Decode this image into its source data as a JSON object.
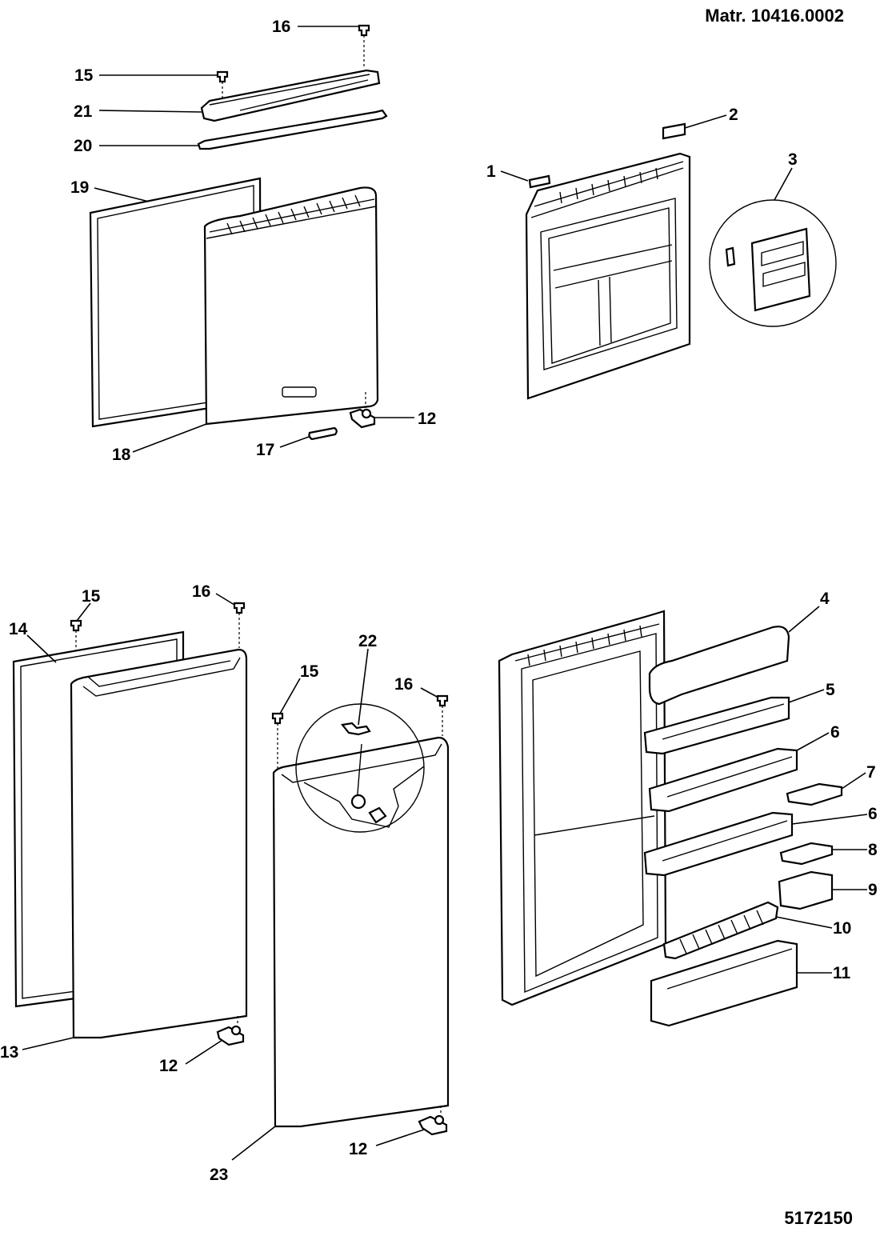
{
  "header": {
    "matr": "Matr. 10416.0002",
    "code": "5172150"
  },
  "callouts": {
    "top_left": {
      "c16": "16",
      "c15": "15",
      "c21": "21",
      "c20": "20",
      "c19": "19",
      "c18": "18",
      "c17": "17",
      "c12": "12"
    },
    "top_right": {
      "c1": "1",
      "c2": "2",
      "c3": "3"
    },
    "bottom_left": {
      "c15a": "15",
      "c16a": "16",
      "c14": "14",
      "c13": "13",
      "c12a": "12",
      "c22": "22",
      "c15b": "15",
      "c16b": "16",
      "c23": "23",
      "c12b": "12"
    },
    "bottom_right": {
      "c4": "4",
      "c5": "5",
      "c6a": "6",
      "c7": "7",
      "c6b": "6",
      "c8": "8",
      "c9": "9",
      "c10": "10",
      "c11": "11"
    }
  }
}
